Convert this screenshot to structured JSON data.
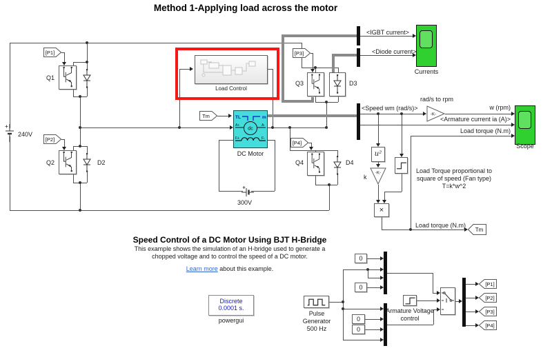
{
  "title": "Method 1-Applying load across the motor",
  "hbridge": {
    "p1": "[P1]",
    "p2": "[P2]",
    "p3": "[P3]",
    "p4": "[P4]",
    "q1": "Q1",
    "q2": "Q2",
    "q3": "Q3",
    "q4": "Q4",
    "d2": "D2",
    "d3": "D3",
    "d4": "D4",
    "supply": "240V"
  },
  "motor": {
    "label": "DC Motor",
    "field_supply": "300V",
    "tm_from": "Tm",
    "ports": {
      "tl": "TL",
      "m": "m",
      "ap": "A+",
      "am": "A-",
      "fp": "F+",
      "fm": "F-",
      "dc": "dc"
    }
  },
  "load_control": {
    "label": "Load Control"
  },
  "currents": {
    "igbt": "<IGBT current>",
    "diode": "<Diode current>",
    "scope": "Currents"
  },
  "speed_path": {
    "speed": "<Speed wm (rad/s)>",
    "gain_label": "rad/s to rpm",
    "gain": "-K-",
    "w_rpm": "w (rpm)",
    "ia": "<Armature current ia (A)>",
    "torque": "Load torque (N.m)",
    "scope": "Scope"
  },
  "load_math": {
    "u2": "u²",
    "k_label": "k",
    "k_gain": "-K-",
    "product": "×",
    "note": "Load Torque proportional to\nsquare of speed (Fan type)\nT=k*w^2",
    "torque_label": "Load torque (N.m)",
    "tm_goto": "Tm"
  },
  "description": {
    "heading": "Speed Control of a DC Motor Using BJT H-Bridge",
    "body": "This example shows the simulation of an H-bridge used to generate a\nchopped voltage and to control the speed of a DC motor.",
    "link": "Learn more",
    "link_suffix": " about this example."
  },
  "control": {
    "powergui": "Discrete\n0.0001 s.",
    "powergui_label": "powergui",
    "pulse_label": "Pulse\nGenerator\n500 Hz",
    "zero": "0",
    "avc_label": "Armature Voltage\ncontrol",
    "gotos": [
      "[P1]",
      "[P2]",
      "[P3]",
      "[P4]"
    ]
  },
  "colors": {
    "motor": "#45dcdc",
    "scope": "#2fd02f",
    "highlight": "#f81616",
    "blue_text": "#1414cc",
    "link": "#3366cc"
  }
}
